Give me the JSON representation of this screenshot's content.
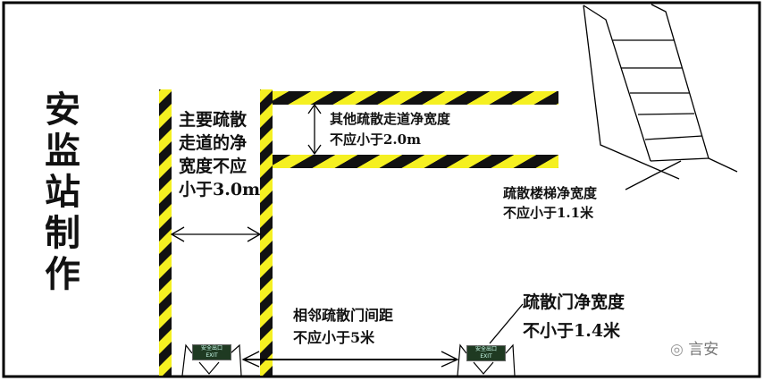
{
  "side_title": [
    "安",
    "监",
    "站",
    "制",
    "作"
  ],
  "labels": {
    "main_corridor": [
      "主要疏散",
      "走道的净",
      "宽度不应",
      "小于3.0m"
    ],
    "other_corridor": [
      "其他疏散走道净宽度",
      "不应小于2.0m"
    ],
    "stair": [
      "疏散楼梯净宽度",
      "不应小于1.1米"
    ],
    "door_spacing": [
      "相邻疏散门间距",
      "不应小于5米"
    ],
    "door_width": [
      "疏散门净宽度",
      "不小于1.4米"
    ]
  },
  "exit_sign": {
    "cn": "安全出口",
    "en": "EXIT"
  },
  "watermark": "言安",
  "colors": {
    "stripe_yellow": "#f5f021",
    "stripe_black": "#111111"
  }
}
